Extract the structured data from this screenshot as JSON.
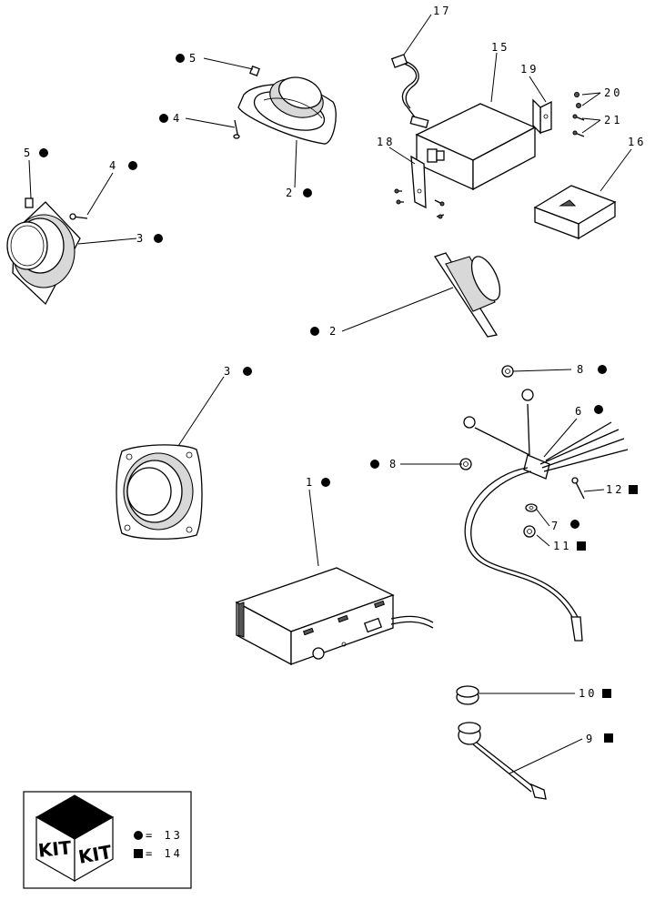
{
  "callouts": [
    {
      "id": "c17",
      "label": "17",
      "marker": "none"
    },
    {
      "id": "c15",
      "label": "15",
      "marker": "none"
    },
    {
      "id": "c19",
      "label": "19",
      "marker": "none"
    },
    {
      "id": "c20",
      "label": "20",
      "marker": "none"
    },
    {
      "id": "c21",
      "label": "21",
      "marker": "none"
    },
    {
      "id": "c18",
      "label": "18",
      "marker": "none"
    },
    {
      "id": "c16",
      "label": "16",
      "marker": "none"
    },
    {
      "id": "c5a",
      "label": "5",
      "marker": "circle"
    },
    {
      "id": "c4a",
      "label": "4",
      "marker": "circle"
    },
    {
      "id": "c2a",
      "label": "2",
      "marker": "circle"
    },
    {
      "id": "c5b",
      "label": "5",
      "marker": "circle"
    },
    {
      "id": "c4b",
      "label": "4",
      "marker": "circle"
    },
    {
      "id": "c3a",
      "label": "3",
      "marker": "circle"
    },
    {
      "id": "c2b",
      "label": "2",
      "marker": "circle"
    },
    {
      "id": "c3b",
      "label": "3",
      "marker": "circle"
    },
    {
      "id": "c8a",
      "label": "8",
      "marker": "circle"
    },
    {
      "id": "c6",
      "label": "6",
      "marker": "circle"
    },
    {
      "id": "c8b",
      "label": "8",
      "marker": "circle"
    },
    {
      "id": "c1",
      "label": "1",
      "marker": "circle"
    },
    {
      "id": "c12",
      "label": "12",
      "marker": "square"
    },
    {
      "id": "c7",
      "label": "7",
      "marker": "circle"
    },
    {
      "id": "c11",
      "label": "11",
      "marker": "square"
    },
    {
      "id": "c10",
      "label": "10",
      "marker": "square"
    },
    {
      "id": "c9",
      "label": "9",
      "marker": "square"
    }
  ],
  "legend": {
    "kit_left": "KIT",
    "kit_right": "KIT",
    "circle_text": "= 13",
    "square_text": "= 14"
  },
  "colors": {
    "line": "#000000",
    "background": "#ffffff"
  }
}
